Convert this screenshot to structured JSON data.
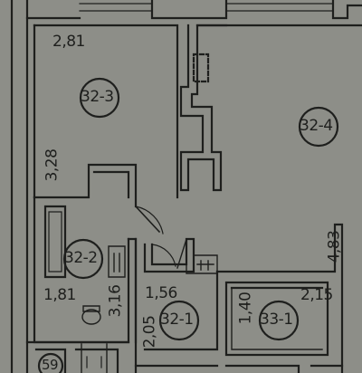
{
  "rooms": [
    {
      "id": "32-3",
      "label": "32-3"
    },
    {
      "id": "32-4",
      "label": "32-4"
    },
    {
      "id": "32-2",
      "label": "32-2"
    },
    {
      "id": "32-1",
      "label": "32-1"
    },
    {
      "id": "33-1",
      "label": "33-1"
    },
    {
      "id": "59",
      "label": "59"
    }
  ],
  "dimensions": {
    "d_2_81": "2,81",
    "d_3_28": "3,28",
    "d_4_83": "4,83",
    "d_1_81": "1,81",
    "d_3_16": "3,16",
    "d_1_56": "1,56",
    "d_2_05": "2,05",
    "d_1_40": "1,40",
    "d_2_15": "2,15"
  },
  "colors": {
    "paper": "#8d8e88",
    "ink": "#1e1f1d",
    "wall_fill": "#9a9b95"
  }
}
